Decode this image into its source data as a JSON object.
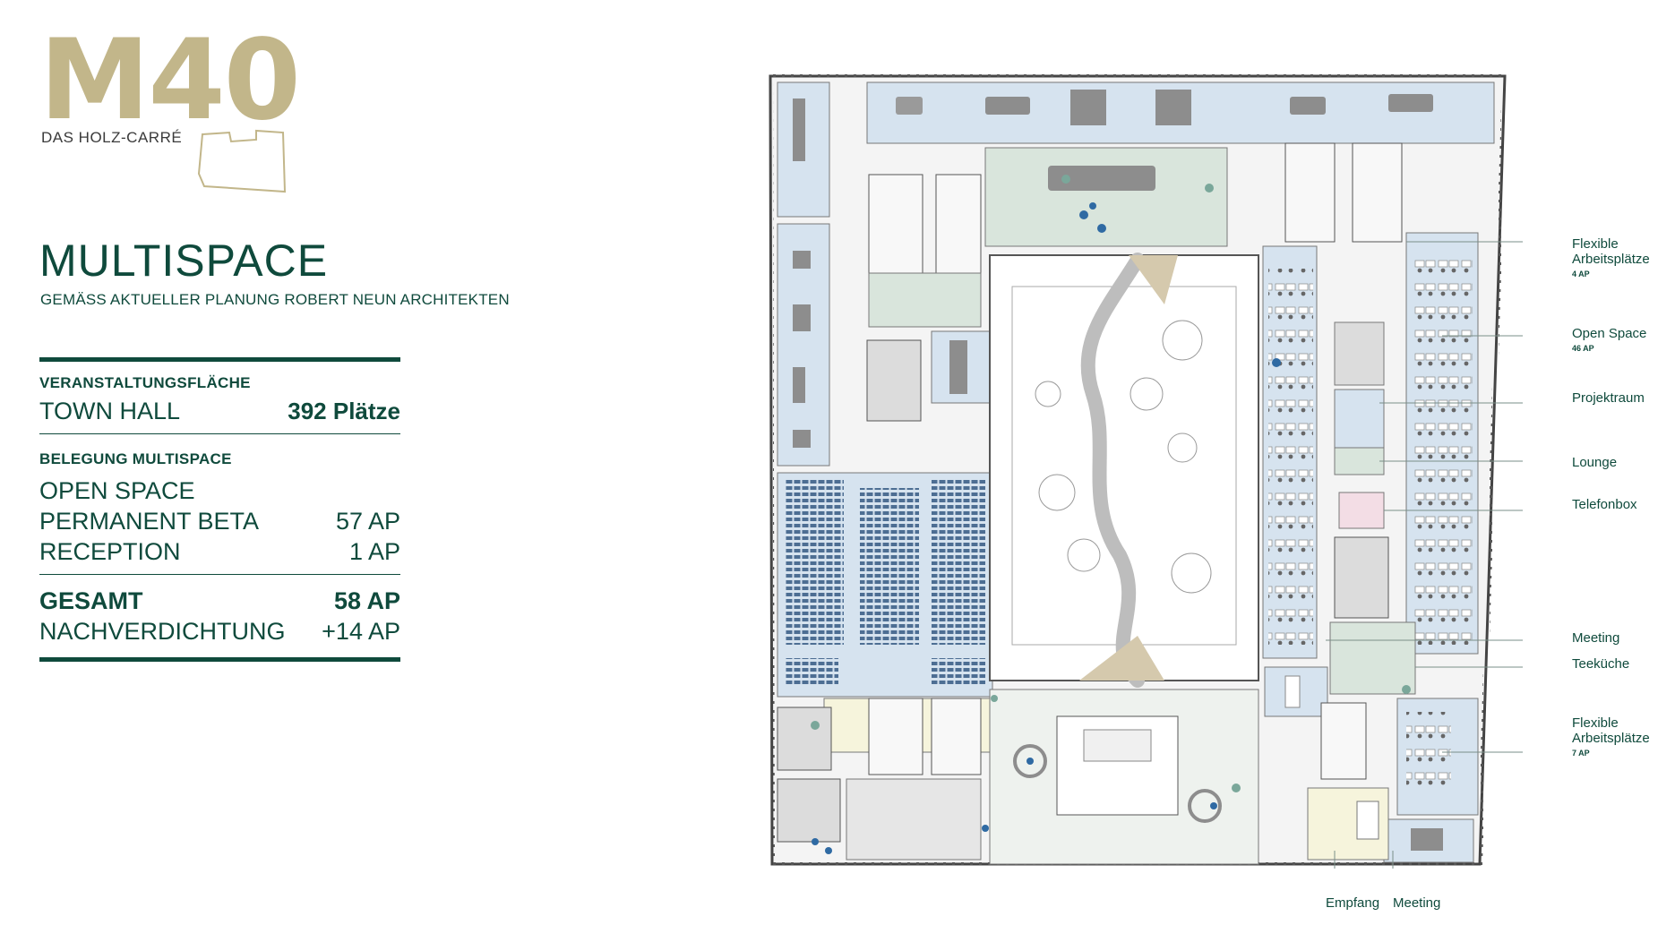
{
  "logo": {
    "mark": "M40",
    "subtitle": "DAS HOLZ-CARRÉ"
  },
  "title": "MULTISPACE",
  "subtitle": "GEMÄSS AKTUELLER PLANUNG ROBERT NEUN ARCHITEKTEN",
  "event_area": {
    "heading": "VERANSTALTUNGSFLÄCHE",
    "label": "TOWN HALL",
    "value": "392 Plätze"
  },
  "occupancy": {
    "heading": "BELEGUNG MULTISPACE",
    "rows": [
      {
        "label": "OPEN SPACE",
        "value": ""
      },
      {
        "label": "PERMANENT BETA",
        "value": "57 AP"
      },
      {
        "label": "RECEPTION",
        "value": "1 AP"
      }
    ]
  },
  "totals": {
    "total_label": "GESAMT",
    "total_value": "58 AP",
    "densify_label": "NACHVERDICHTUNG",
    "densify_value": "+14 AP"
  },
  "callouts": {
    "flex_1": {
      "line1": "Flexible",
      "line2": "Arbeitsplätze",
      "count": "4 AP"
    },
    "open_space": {
      "line1": "Open Space",
      "count": "46 AP"
    },
    "projektraum": {
      "line1": "Projektraum"
    },
    "lounge": {
      "line1": "Lounge"
    },
    "telefonbox": {
      "line1": "Telefonbox"
    },
    "meeting_right": {
      "line1": "Meeting"
    },
    "teekueche": {
      "line1": "Teeküche"
    },
    "flex_2": {
      "line1": "Flexible",
      "line2": "Arbeitsplätze",
      "count": "7 AP"
    },
    "empfang": {
      "line1": "Empfang"
    },
    "meeting_bottom": {
      "line1": "Meeting"
    }
  },
  "colors": {
    "brand_green": "#0f4a3c",
    "logo_gold": "#c2b68a",
    "zone_blue": "#d6e3ef",
    "zone_green": "#d9e5dc",
    "zone_yellow": "#f6f4dc",
    "zone_grey": "#e6e6e6",
    "zone_pink": "#f3dde5"
  }
}
